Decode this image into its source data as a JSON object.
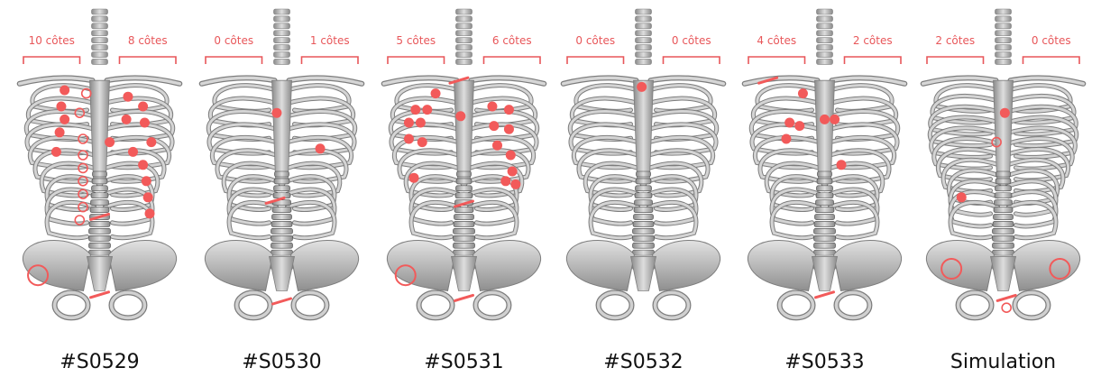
{
  "colors": {
    "marker": "#f25a5a",
    "bone": "#c4c4c4",
    "bone_dark": "#7d7d7d",
    "label": "#e8575a",
    "caption": "#111111"
  },
  "panels": [
    {
      "caption": "#S0529",
      "left_label": "10 côtes",
      "right_label": "8 côtes",
      "markers": [
        {
          "shape": "dot",
          "x": 0.29,
          "y": 0.25
        },
        {
          "shape": "dot",
          "x": 0.27,
          "y": 0.3
        },
        {
          "shape": "dot",
          "x": 0.29,
          "y": 0.34
        },
        {
          "shape": "dot",
          "x": 0.26,
          "y": 0.38
        },
        {
          "shape": "dot",
          "x": 0.24,
          "y": 0.44
        },
        {
          "shape": "dot",
          "x": 0.56,
          "y": 0.41
        },
        {
          "shape": "dot",
          "x": 0.67,
          "y": 0.27
        },
        {
          "shape": "dot",
          "x": 0.76,
          "y": 0.3
        },
        {
          "shape": "dot",
          "x": 0.66,
          "y": 0.34
        },
        {
          "shape": "dot",
          "x": 0.77,
          "y": 0.35
        },
        {
          "shape": "dot",
          "x": 0.81,
          "y": 0.41
        },
        {
          "shape": "dot",
          "x": 0.7,
          "y": 0.44
        },
        {
          "shape": "dot",
          "x": 0.76,
          "y": 0.48
        },
        {
          "shape": "dot",
          "x": 0.78,
          "y": 0.53
        },
        {
          "shape": "dot",
          "x": 0.79,
          "y": 0.58
        },
        {
          "shape": "dot",
          "x": 0.8,
          "y": 0.63
        },
        {
          "shape": "ring",
          "x": 0.42,
          "y": 0.26
        },
        {
          "shape": "ring",
          "x": 0.38,
          "y": 0.32
        },
        {
          "shape": "ring",
          "x": 0.4,
          "y": 0.4
        },
        {
          "shape": "ring",
          "x": 0.4,
          "y": 0.45
        },
        {
          "shape": "ring",
          "x": 0.4,
          "y": 0.49
        },
        {
          "shape": "ring",
          "x": 0.4,
          "y": 0.53
        },
        {
          "shape": "ring",
          "x": 0.4,
          "y": 0.57
        },
        {
          "shape": "ring",
          "x": 0.4,
          "y": 0.61
        },
        {
          "shape": "ring",
          "x": 0.38,
          "y": 0.65
        },
        {
          "shape": "ring-big",
          "x": 0.13,
          "y": 0.82
        },
        {
          "shape": "bar",
          "x": 0.5,
          "y": 0.64
        },
        {
          "shape": "bar",
          "x": 0.5,
          "y": 0.88
        }
      ]
    },
    {
      "caption": "#S0530",
      "left_label": "0 côtes",
      "right_label": "1 côtes",
      "markers": [
        {
          "shape": "dot",
          "x": 0.47,
          "y": 0.32
        },
        {
          "shape": "dot",
          "x": 0.73,
          "y": 0.43
        },
        {
          "shape": "bar",
          "x": 0.46,
          "y": 0.59
        },
        {
          "shape": "bar",
          "x": 0.5,
          "y": 0.9
        }
      ]
    },
    {
      "caption": "#S0531",
      "left_label": "5 côtes",
      "right_label": "6 côtes",
      "markers": [
        {
          "shape": "dot",
          "x": 0.33,
          "y": 0.26
        },
        {
          "shape": "dot",
          "x": 0.21,
          "y": 0.31
        },
        {
          "shape": "dot",
          "x": 0.28,
          "y": 0.31
        },
        {
          "shape": "dot",
          "x": 0.17,
          "y": 0.35
        },
        {
          "shape": "dot",
          "x": 0.24,
          "y": 0.35
        },
        {
          "shape": "dot",
          "x": 0.17,
          "y": 0.4
        },
        {
          "shape": "dot",
          "x": 0.25,
          "y": 0.41
        },
        {
          "shape": "dot",
          "x": 0.48,
          "y": 0.33
        },
        {
          "shape": "dot",
          "x": 0.67,
          "y": 0.3
        },
        {
          "shape": "dot",
          "x": 0.77,
          "y": 0.31
        },
        {
          "shape": "dot",
          "x": 0.68,
          "y": 0.36
        },
        {
          "shape": "dot",
          "x": 0.77,
          "y": 0.37
        },
        {
          "shape": "dot",
          "x": 0.7,
          "y": 0.42
        },
        {
          "shape": "dot",
          "x": 0.78,
          "y": 0.45
        },
        {
          "shape": "dot",
          "x": 0.79,
          "y": 0.5
        },
        {
          "shape": "dot",
          "x": 0.75,
          "y": 0.53
        },
        {
          "shape": "dot",
          "x": 0.81,
          "y": 0.54
        },
        {
          "shape": "dot",
          "x": 0.2,
          "y": 0.52
        },
        {
          "shape": "bar",
          "x": 0.47,
          "y": 0.22
        },
        {
          "shape": "bar",
          "x": 0.5,
          "y": 0.6
        },
        {
          "shape": "bar",
          "x": 0.5,
          "y": 0.89
        },
        {
          "shape": "ring-big",
          "x": 0.15,
          "y": 0.82
        }
      ]
    },
    {
      "caption": "#S0532",
      "left_label": "0 côtes",
      "right_label": "0 côtes",
      "markers": [
        {
          "shape": "dot",
          "x": 0.49,
          "y": 0.24
        }
      ]
    },
    {
      "caption": "#S0533",
      "left_label": "4 côtes",
      "right_label": "2 côtes",
      "markers": [
        {
          "shape": "dot",
          "x": 0.37,
          "y": 0.26
        },
        {
          "shape": "dot",
          "x": 0.29,
          "y": 0.35
        },
        {
          "shape": "dot",
          "x": 0.35,
          "y": 0.36
        },
        {
          "shape": "dot",
          "x": 0.27,
          "y": 0.4
        },
        {
          "shape": "dot",
          "x": 0.5,
          "y": 0.34
        },
        {
          "shape": "dot",
          "x": 0.56,
          "y": 0.34
        },
        {
          "shape": "dot",
          "x": 0.6,
          "y": 0.48
        },
        {
          "shape": "bar",
          "x": 0.16,
          "y": 0.22
        },
        {
          "shape": "bar",
          "x": 0.5,
          "y": 0.88
        }
      ]
    },
    {
      "caption": "Simulation",
      "left_label": "2 côtes",
      "right_label": "0 côtes",
      "markers": [
        {
          "shape": "dot",
          "x": 0.51,
          "y": 0.32
        },
        {
          "shape": "dot",
          "x": 0.25,
          "y": 0.58
        },
        {
          "shape": "ring",
          "x": 0.46,
          "y": 0.41
        },
        {
          "shape": "ring-big",
          "x": 0.19,
          "y": 0.8
        },
        {
          "shape": "ring-big",
          "x": 0.84,
          "y": 0.8
        },
        {
          "shape": "ring",
          "x": 0.52,
          "y": 0.92
        },
        {
          "shape": "bar",
          "x": 0.52,
          "y": 0.89
        }
      ]
    }
  ]
}
